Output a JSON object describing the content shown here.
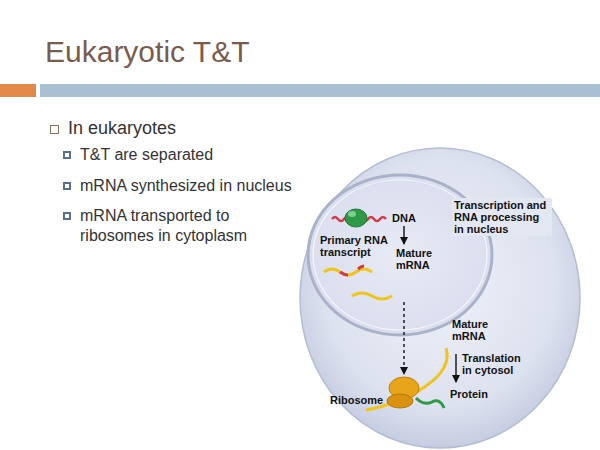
{
  "diagram": {
    "title": "Eukaryotic T&T",
    "labels": [
      "In eukaryotes",
      "T&T are separated",
      "mRNA synthesized in nucleus",
      "mRNA transported to ribosomes in cytoplasm",
      "DNA",
      "Primary RNA transcript",
      "Mature mRNA",
      "Transcription and RNA processing in nucleus",
      "Mature mRNA",
      "Translation in cytosol",
      "Ribosome",
      "Protein"
    ]
  }
}
